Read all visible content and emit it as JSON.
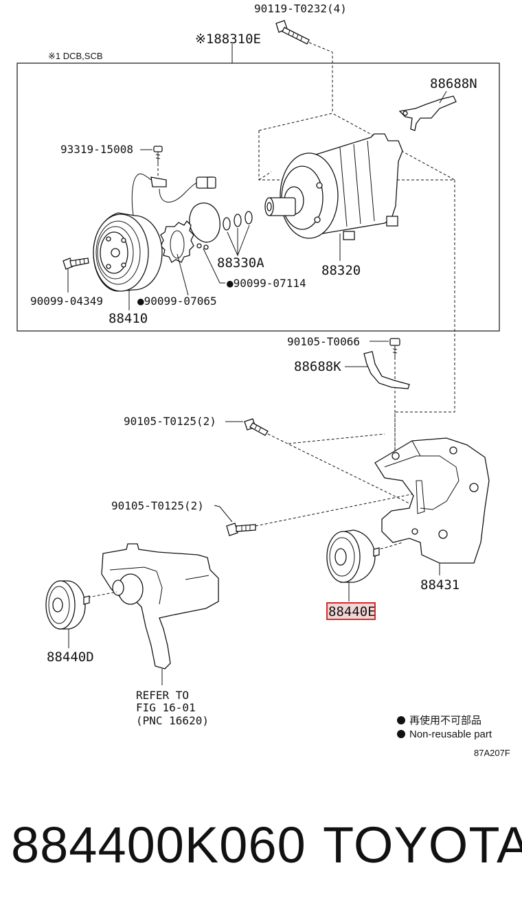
{
  "labels": {
    "bolt_top": "90119-T0232(4)",
    "assembly": "※188310E",
    "assembly_note": "※1 DCB,SCB",
    "bracket_top": "88688N",
    "screw_clutch": "93319-15008",
    "shims": "88330A",
    "compressor": "88320",
    "snap_ring": "●90099-07114",
    "clutch_bolt": "90099-04349",
    "ring_inner": "●90099-07065",
    "clutch": "88410",
    "bolt_bracket": "90105-T0066",
    "bracket_k": "88688K",
    "bolt_upper": "90105-T0125(2)",
    "bolt_lower": "90105-T0125(2)",
    "bracket_main": "88431",
    "pulley_e": "88440E",
    "pulley_d": "88440D",
    "refer_1": "REFER TO",
    "refer_2": "FIG 16-01",
    "refer_3": "(PNC 16620)"
  },
  "legend": {
    "jp": "再使用不可部品",
    "en": "Non-reusable part"
  },
  "figure_code": "87A207F",
  "footer": {
    "part_number": "884400K060",
    "brand": "TOYOTA"
  },
  "colors": {
    "highlight": "#d62a2a",
    "highlight_fill": "#f3d6d6",
    "ink": "#111111"
  }
}
